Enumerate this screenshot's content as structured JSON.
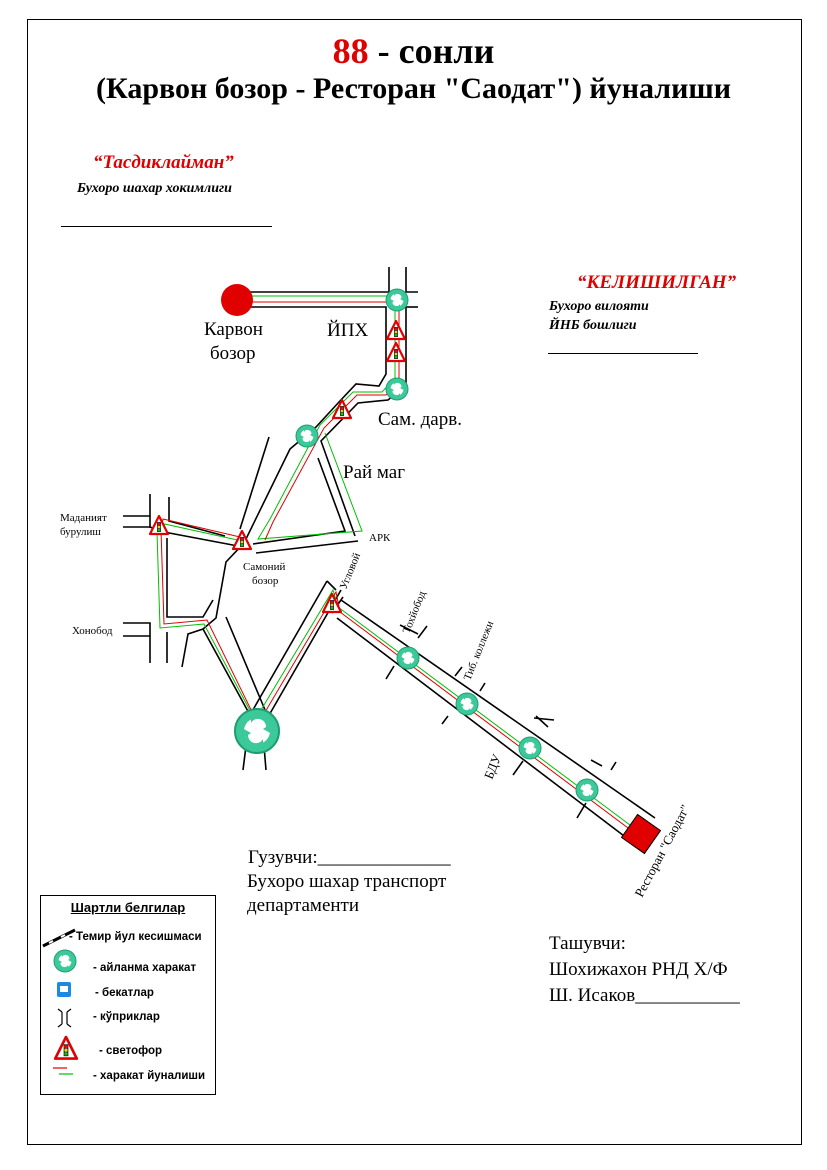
{
  "title": {
    "number": "88",
    "line1_rest": " - сонли",
    "line2": "(Карвон бозор - Ресторан \"Саодат\") йуналиши"
  },
  "approval_left": {
    "heading": "“Тасдиклайман”",
    "org": "Бухоро шахар хокимлиги"
  },
  "approval_right": {
    "heading": "“КЕЛИШИЛГАН”",
    "org_line1": "Бухоро вилояти",
    "org_line2": "ЙНБ бошлиги"
  },
  "map_labels": {
    "karvon_bozor": [
      "Карвон",
      "бозор"
    ],
    "ipx": "ЙПХ",
    "sam_darv": "Сам. дарв.",
    "ray_mag": "Рай маг",
    "ark": "АРК",
    "madaniyat": [
      "Маданият",
      "бурулиш"
    ],
    "samoniy": [
      "Самоний",
      "бозор"
    ],
    "xonobod": "Хонобод",
    "uglovoy": "Угловой",
    "toxirobod": "Тохйобод",
    "tib_kollej": "Тиб. коллежи",
    "bdu": "БДУ",
    "restoran": "Ресторан \"Саодат\""
  },
  "colors": {
    "title_number": "#e00000",
    "heading_red": "#e00000",
    "roundabout": "#3cc99a",
    "terminal": "#e00000",
    "route_green": "#00c000",
    "route_red": "#e00000",
    "signal_red": "#e00000"
  },
  "organizer": {
    "line1": "Гузувчи:______________",
    "line2": "Бухоро шахар транспорт",
    "line3": "департаменти"
  },
  "carrier": {
    "line1": "Ташувчи:",
    "line2": "Шохижахон РНД Х/Ф",
    "line3": "Ш. Исаков___________"
  },
  "legend": {
    "title": "Шартли белгилар",
    "items": [
      {
        "icon": "railroad-crossing-icon",
        "label": "- Темир йул кесишмаси"
      },
      {
        "icon": "roundabout-icon",
        "label": "- айланма харакат"
      },
      {
        "icon": "bus-stop-icon",
        "label": "- бекатлар"
      },
      {
        "icon": "bridge-icon",
        "label": "- кўприклар"
      },
      {
        "icon": "traffic-light-icon",
        "label": "- светофор"
      },
      {
        "icon": "route-direction-icon",
        "label": "- харакат йуналиши"
      }
    ]
  }
}
